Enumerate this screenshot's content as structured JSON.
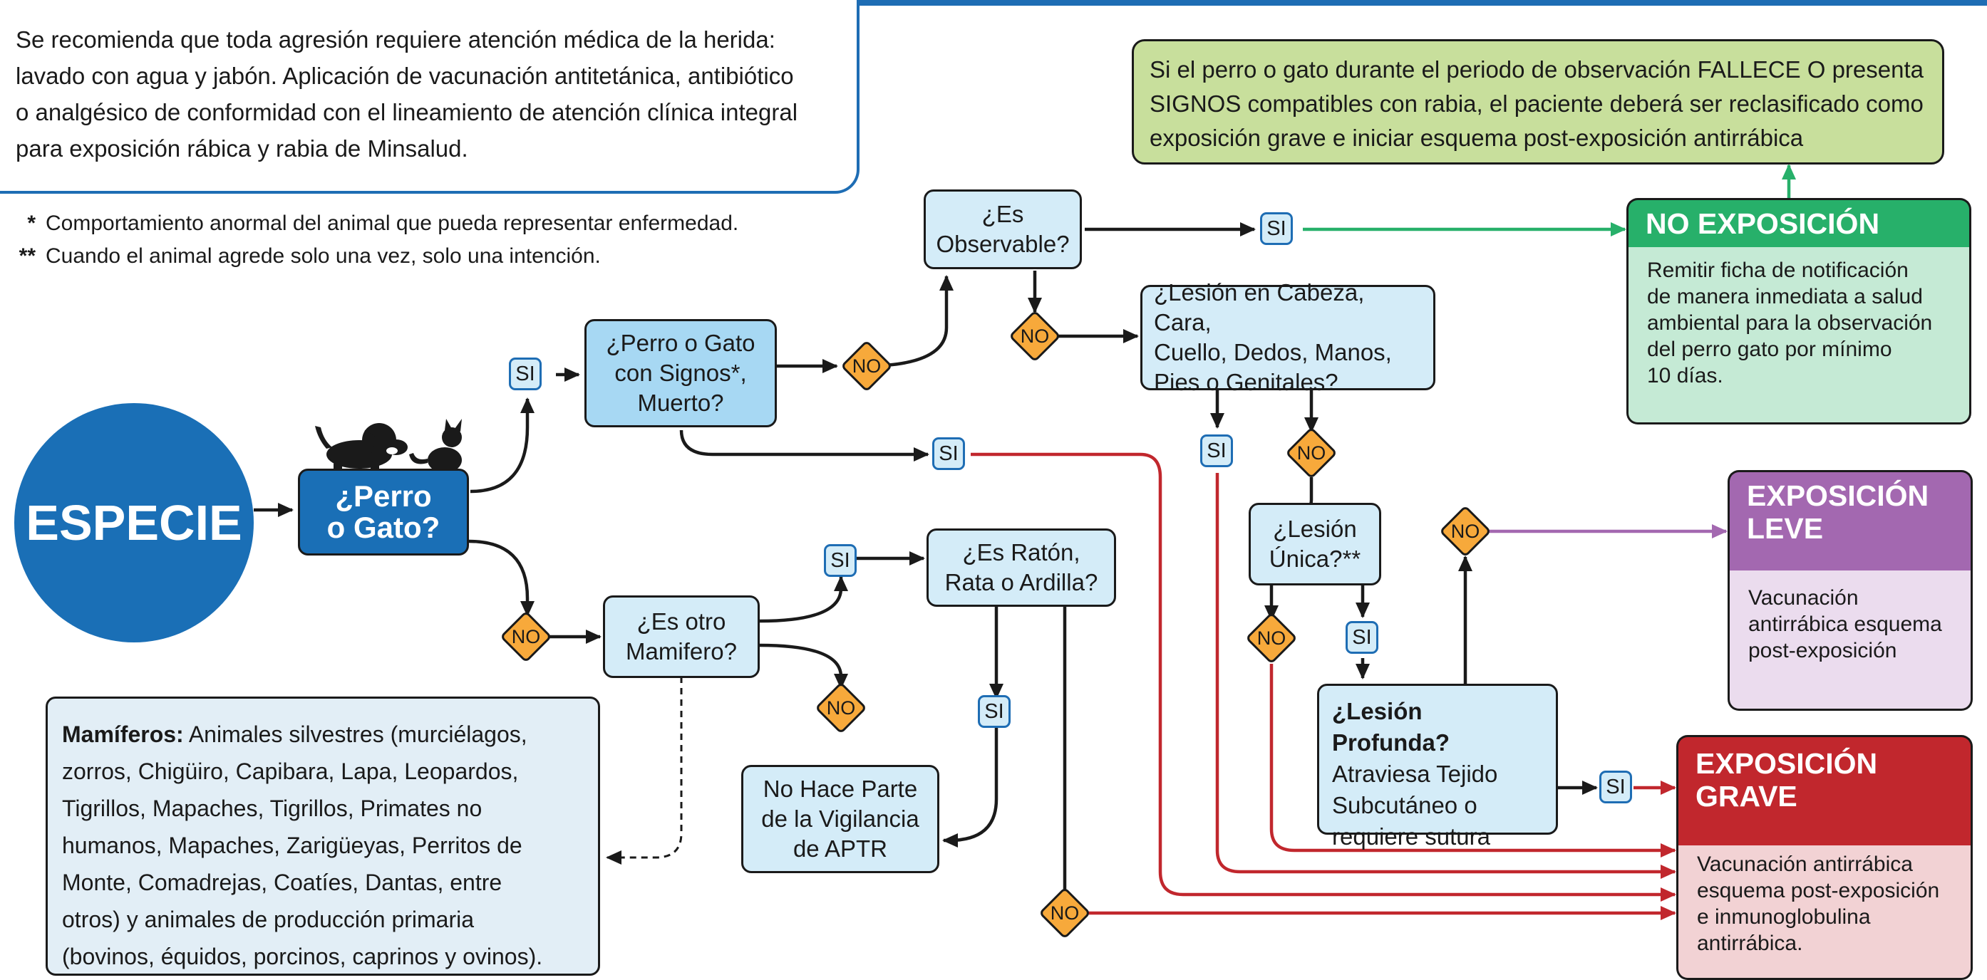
{
  "info_box": {
    "line1": "Se recomienda que toda agresión requiere atención médica de la herida:",
    "line2": "lavado con agua y jabón. Aplicación de vacunación antitetánica, antibiótico",
    "line3": "o analgésico de conformidad con el lineamiento de atención clínica integral",
    "line4": "para exposición rábica y rabia de Minsalud."
  },
  "footnotes": {
    "note1_mark": "*",
    "note1_text": "Comportamiento anormal del animal que pueda representar enfermedad.",
    "note2_mark": "**",
    "note2_text": "Cuando el animal agrede solo una vez, solo una intención."
  },
  "nodes": {
    "especie": "ESPECIE",
    "perro_gato_l1": "¿Perro",
    "perro_gato_l2": "o Gato?",
    "signos_l1": "¿Perro o Gato",
    "signos_l2": "con Signos*,",
    "signos_l3": "Muerto?",
    "observable_l1": "¿Es",
    "observable_l2": "Observable?",
    "lesion_zona_l1": "¿Lesión en Cabeza, Cara,",
    "lesion_zona_l2": "Cuello, Dedos, Manos,",
    "lesion_zona_l3": "Pies o Genitales?",
    "lesion_unica_l1": "¿Lesión",
    "lesion_unica_l2": "Única?**",
    "lesion_profunda_title": "¿Lesión Profunda?",
    "lesion_profunda_l1": "Atraviesa Tejido",
    "lesion_profunda_l2": "Subcutáneo o",
    "lesion_profunda_l3": "requiere sutura",
    "otro_mamifero_l1": "¿Es otro",
    "otro_mamifero_l2": "Mamifero?",
    "raton_l1": "¿Es Ratón,",
    "raton_l2": "Rata o Ardilla?",
    "no_vigilancia_l1": "No Hace Parte",
    "no_vigilancia_l2": "de la Vigilancia",
    "no_vigilancia_l3": "de APTR"
  },
  "connectors": {
    "si": "SI",
    "no": "NO"
  },
  "mamiferos": {
    "label": "Mamíferos:",
    "l1": "Animales silvestres (murciélagos,",
    "l2": "zorros, Chigüiro, Capibara, Lapa, Leopardos,",
    "l3": "Tigrillos, Mapaches, Tigrillos, Primates no",
    "l4": "humanos, Mapaches, Zarigüeyas, Perritos de",
    "l5": "Monte, Comadrejas, Coatíes, Dantas, entre",
    "l6": "otros) y animales de producción primaria",
    "l7": "(bovinos, équidos, porcinos, caprinos y ovinos)."
  },
  "reclasificar": {
    "l1": "Si el perro o gato durante el periodo de observación FALLECE O presenta",
    "l2": "SIGNOS compatibles con rabia, el paciente deberá ser reclasificado como",
    "l3": "exposición grave e iniciar esquema post-exposición antirrábica"
  },
  "outcomes": {
    "no_exposicion": {
      "title": "NO EXPOSICIÓN",
      "l1": "Remitir ficha de notificación",
      "l2": "de manera inmediata a salud",
      "l3": "ambiental para la observación",
      "l4": "del perro gato por mínimo",
      "l5": "10 días."
    },
    "leve": {
      "title_l1": "EXPOSICIÓN",
      "title_l2": "LEVE",
      "l1": "Vacunación",
      "l2": "antirrábica esquema",
      "l3": "post-exposición"
    },
    "grave": {
      "title_l1": "EXPOSICIÓN",
      "title_l2": "GRAVE",
      "l1": "Vacunación antirrábica",
      "l2": "esquema post-exposición",
      "l3": "e inmunoglobulina",
      "l4": "antirrábica."
    }
  },
  "colors": {
    "blue": "#1e6db4",
    "green": "#27b06a",
    "purple": "#a368b0",
    "red": "#c1272d",
    "orange": "#f7a93b",
    "light_blue": "#d4ecf8"
  }
}
